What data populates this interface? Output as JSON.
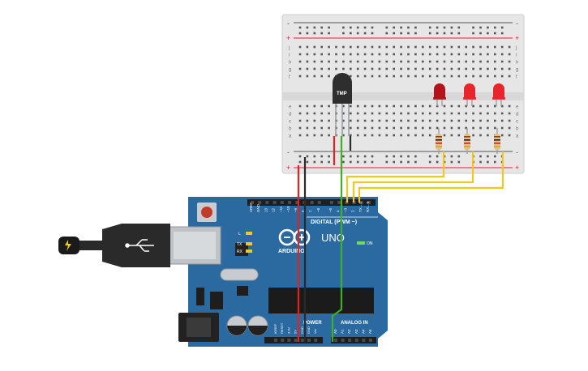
{
  "breadboard": {
    "rail_plus": "+",
    "rail_minus": "-",
    "row_letters_top": [
      "j",
      "i",
      "h",
      "g",
      "f"
    ],
    "row_letters_bottom": [
      "e",
      "d",
      "c",
      "b",
      "a"
    ],
    "column_count": 30
  },
  "components": {
    "tmp_label": "TMP",
    "led_colors": [
      "#b3141b",
      "#e8242c",
      "#e8242c"
    ]
  },
  "arduino": {
    "brand": "ARDUINO",
    "model": "UNO",
    "digital_label": "DIGITAL (PWM ~)",
    "power_label": "POWER",
    "analog_label": "ANALOG IN",
    "on_label": "ON",
    "led_l": "L",
    "led_tx": "TX",
    "led_rx": "RX",
    "digital_pins": [
      "AREF",
      "GND",
      "13",
      "12",
      "~11",
      "~10",
      "~9",
      "8",
      "7",
      "~6",
      "~5",
      "4",
      "~3",
      "2",
      "TX→1",
      "RX←0"
    ],
    "power_pins": [
      "IOREF",
      "RESET",
      "3.3V",
      "5V",
      "GND",
      "GND",
      "Vin"
    ],
    "analog_pins": [
      "A0",
      "A1",
      "A2",
      "A3",
      "A4",
      "A5"
    ]
  },
  "colors": {
    "board": "#2b6aa0",
    "board_dark": "#1f5585",
    "wire_red": "#e0231f",
    "wire_black": "#2a2a2a",
    "wire_green": "#3fae2a",
    "wire_yellow": "#f2c81f",
    "breadboard": "#e4e4e4",
    "rail_red": "#d9262b"
  }
}
